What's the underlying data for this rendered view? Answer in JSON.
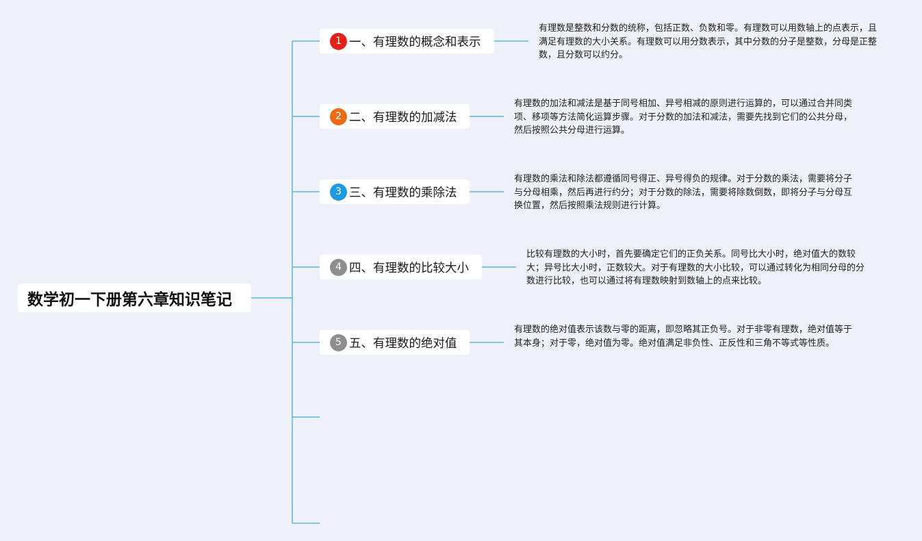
{
  "root": {
    "title": "数学初一下册第六章知识笔记"
  },
  "branches": [
    {
      "number": "1",
      "badge_color": "#e0221b",
      "title": "一、有理数的概念和表示",
      "note": "有理数是整数和分数的统称，包括正数、负数和零。有理数可以用数轴上的点表示，且满足有理数的大小关系。有理数可以用分数表示，其中分数的分子是整数，分母是正整数，且分数可以约分。"
    },
    {
      "number": "2",
      "badge_color": "#ee6b16",
      "title": "二、有理数的加减法",
      "note": "有理数的加法和减法是基于同号相加、异号相减的原则进行运算的，可以通过合并同类项、移项等方法简化运算步骤。对于分数的加法和减法，需要先找到它们的公共分母，然后按照公共分母进行运算。"
    },
    {
      "number": "3",
      "badge_color": "#1e9be0",
      "title": "三、有理数的乘除法",
      "note": "有理数的乘法和除法都遵循同号得正、异号得负的规律。对于分数的乘法，需要将分子与分母相乘，然后再进行约分；对于分数的除法，需要将除数倒数，即将分子与分母互换位置，然后按照乘法规则进行计算。"
    },
    {
      "number": "4",
      "badge_color": "#8e8e8e",
      "title": "四、有理数的比较大小",
      "note": "比较有理数的大小时，首先要确定它们的正负关系。同号比大小时，绝对值大的数较大；异号比大小时，正数较大。对于有理数的大小比较，可以通过转化为相同分母的分数进行比较，也可以通过将有理数映射到数轴上的点来比较。"
    },
    {
      "number": "5",
      "badge_color": "#8e8e8e",
      "title": "五、有理数的绝对值",
      "note": "有理数的绝对值表示该数与零的距离，即忽略其正负号。对于非零有理数，绝对值等于其本身；对于零，绝对值为零。绝对值满足非负性、正反性和三角不等式等性质。"
    }
  ],
  "colors": {
    "background": "#eef2f8",
    "connector": "#5ab4e5"
  }
}
